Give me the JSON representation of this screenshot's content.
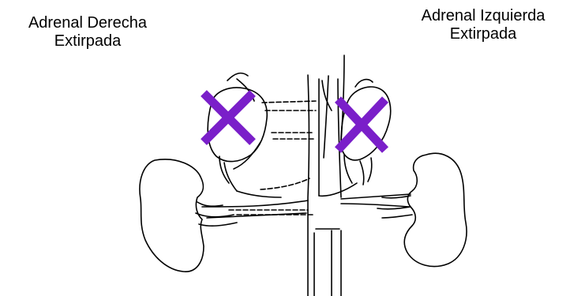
{
  "labels": {
    "right_adrenal": {
      "line1": "Adrenal Derecha",
      "line2": "Extirpada"
    },
    "left_adrenal": {
      "line1": "Adrenal Izquierda",
      "line2": "Extirpada"
    }
  },
  "colors": {
    "line": "#000000",
    "mark": "#7a1fc9",
    "background": "#ffffff"
  },
  "icons": {
    "removed_mark": "x-mark-icon"
  }
}
